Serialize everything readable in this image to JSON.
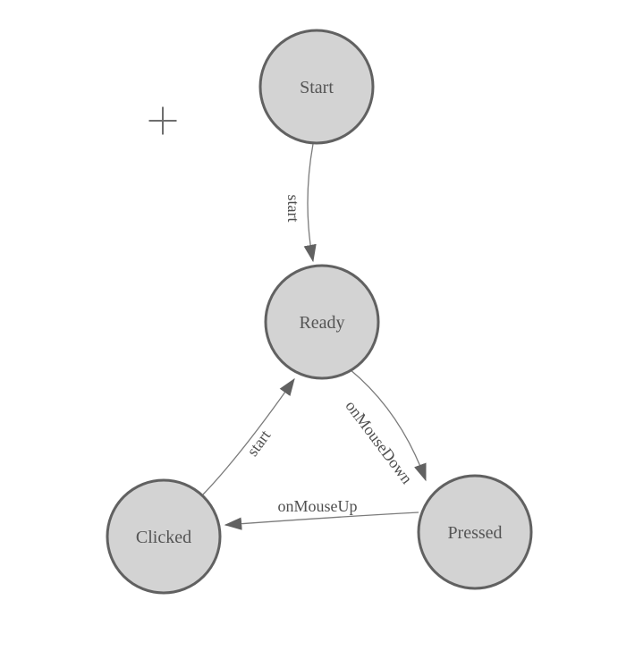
{
  "diagram": {
    "type": "state-diagram",
    "background_color": "#ffffff",
    "node_fill_color": "#d3d3d3",
    "node_border_color": "#616161",
    "edge_color": "#7b7b7b",
    "arrowhead_color": "#616161",
    "text_color": "#555555"
  },
  "cursor": {
    "type": "plus-crosshair"
  },
  "nodes": [
    {
      "id": "start",
      "label": "Start"
    },
    {
      "id": "ready",
      "label": "Ready"
    },
    {
      "id": "clicked",
      "label": "Clicked"
    },
    {
      "id": "pressed",
      "label": "Pressed"
    }
  ],
  "edges": [
    {
      "from": "Start",
      "to": "Ready",
      "label": "start"
    },
    {
      "from": "Clicked",
      "to": "Ready",
      "label": "start"
    },
    {
      "from": "Ready",
      "to": "Pressed",
      "label": "onMouseDown"
    },
    {
      "from": "Pressed",
      "to": "Clicked",
      "label": "onMouseUp"
    }
  ]
}
